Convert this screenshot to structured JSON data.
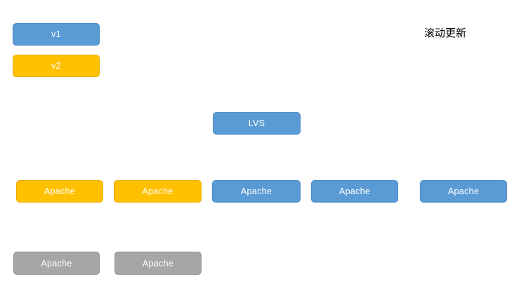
{
  "title": "滚动更新",
  "colors": {
    "blue": "#5B9BD5",
    "orange": "#FFC000",
    "gray": "#A6A6A6",
    "label_text": "#FFFFFF",
    "title_text": "#000000"
  },
  "legend": {
    "items": [
      {
        "label": "v1",
        "color": "blue"
      },
      {
        "label": "v2",
        "color": "orange"
      }
    ]
  },
  "load_balancer": {
    "label": "LVS",
    "color": "blue"
  },
  "middle_row": [
    {
      "label": "Apache",
      "color": "orange"
    },
    {
      "label": "Apache",
      "color": "orange"
    },
    {
      "label": "Apache",
      "color": "blue"
    },
    {
      "label": "Apache",
      "color": "blue"
    },
    {
      "label": "Apache",
      "color": "blue"
    }
  ],
  "bottom_row": [
    {
      "label": "Apache",
      "color": "gray"
    },
    {
      "label": "Apache",
      "color": "gray"
    }
  ]
}
